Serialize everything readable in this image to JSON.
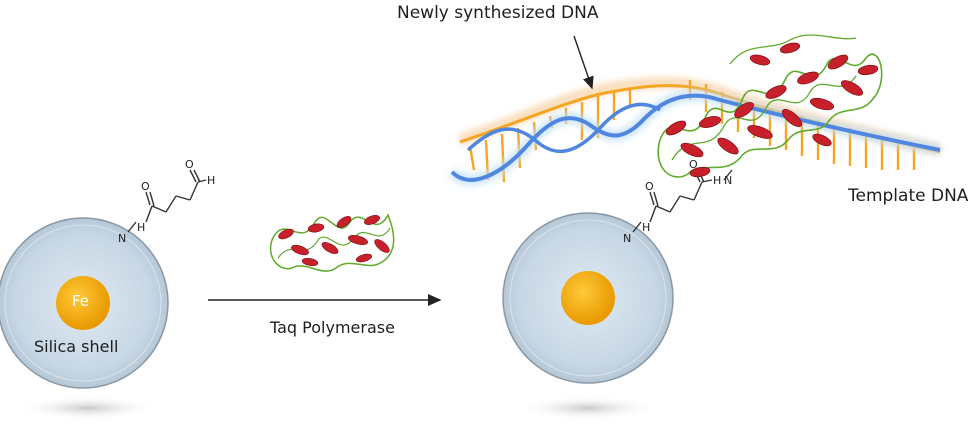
{
  "labels": {
    "core": "Fe",
    "shell": "Silica shell",
    "enzyme": "Taq Polymerase",
    "new_dna": "Newly synthesized DNA",
    "template_dna": "Template DNA"
  },
  "linker_atoms": {
    "left_n": "N",
    "left_h": "H",
    "left_o1": "O",
    "left_o2": "O",
    "left_h2": "H",
    "right_n": "N",
    "right_h": "H",
    "right_o1": "O",
    "right_o2": "O",
    "right_h2": "H",
    "right_n2": "N"
  },
  "colors": {
    "shell_fill": "#c9d9e6",
    "shell_stroke": "#8a98a6",
    "core": "#f2a900",
    "dna_blue": "#4f86e0",
    "dna_orange": "#f4a623",
    "protein_red": "#c8202a",
    "protein_green": "#5faa2c"
  }
}
